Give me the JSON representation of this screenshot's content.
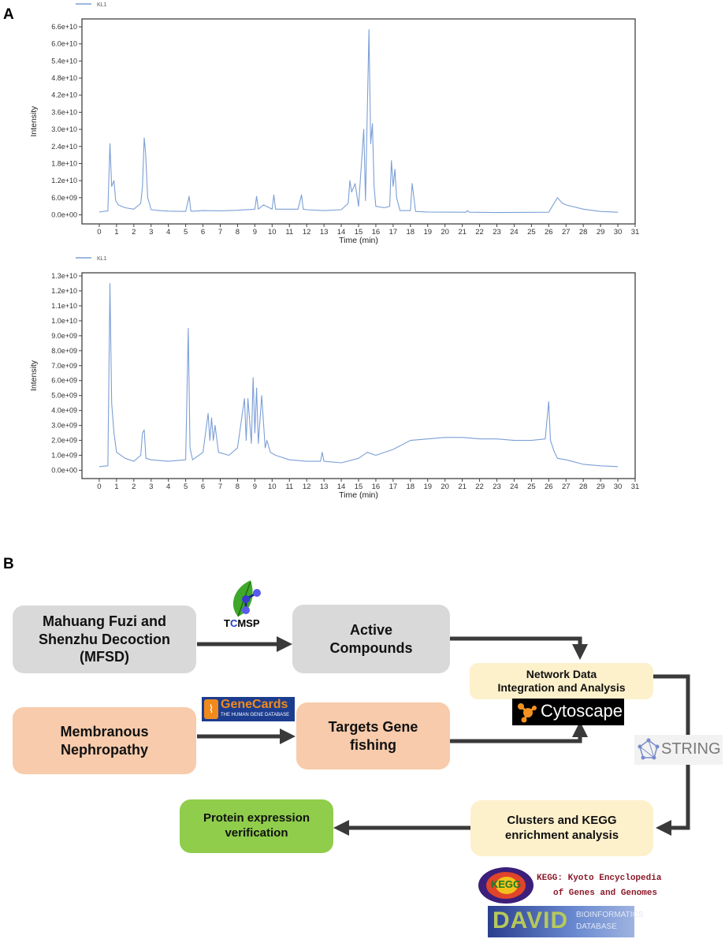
{
  "panels": {
    "a": "A",
    "b": "B"
  },
  "chart_data": [
    {
      "type": "line",
      "legend": [
        "KL1"
      ],
      "xlabel": "Time (min)",
      "ylabel": "Intensity",
      "xlim": [
        -1,
        31
      ],
      "ylim": [
        0,
        66000000000.0
      ],
      "xticks": [
        0,
        1,
        2,
        3,
        4,
        5,
        6,
        7,
        8,
        9,
        10,
        11,
        12,
        13,
        14,
        15,
        16,
        17,
        18,
        19,
        20,
        21,
        22,
        23,
        24,
        25,
        26,
        27,
        28,
        29,
        30,
        31
      ],
      "ytick_values": [
        0,
        6000000000.0,
        12000000000.0,
        18000000000.0,
        24000000000.0,
        30000000000.0,
        36000000000.0,
        42000000000.0,
        48000000000.0,
        54000000000.0,
        60000000000.0,
        66000000000.0
      ],
      "ytick_labels": [
        "0.0e+00",
        "6.0e+09",
        "1.2e+10",
        "1.8e+10",
        "2.4e+10",
        "3.0e+10",
        "3.6e+10",
        "4.2e+10",
        "4.8e+10",
        "5.4e+10",
        "6.0e+10",
        "6.6e+10"
      ],
      "series": [
        {
          "name": "KL1",
          "color": "#7b9fd6",
          "x": [
            0,
            0.5,
            0.62,
            0.72,
            0.85,
            0.95,
            1.1,
            1.5,
            2.0,
            2.4,
            2.5,
            2.6,
            2.68,
            2.8,
            2.9,
            3.0,
            3.5,
            4.0,
            5.0,
            5.2,
            5.3,
            5.5,
            6.0,
            7.0,
            8.0,
            9.0,
            9.1,
            9.2,
            9.5,
            10.0,
            10.1,
            10.2,
            11.0,
            11.5,
            11.7,
            11.8,
            12.0,
            13.0,
            14.0,
            14.4,
            14.5,
            14.6,
            14.8,
            15.0,
            15.3,
            15.4,
            15.5,
            15.6,
            15.7,
            15.8,
            15.9,
            16.0,
            16.5,
            16.8,
            16.9,
            17.0,
            17.1,
            17.2,
            17.4,
            18.0,
            18.1,
            18.3,
            19.0,
            21.2,
            21.3,
            21.4,
            23.0,
            26.0,
            26.5,
            26.8,
            27.0,
            28.0,
            29.0,
            30.0
          ],
          "y": [
            1000000000.0,
            1400000000.0,
            25000000000.0,
            10000000000.0,
            12000000000.0,
            5000000000.0,
            3500000000.0,
            2500000000.0,
            2000000000.0,
            4000000000.0,
            10000000000.0,
            27000000000.0,
            22000000000.0,
            6000000000.0,
            4000000000.0,
            1800000000.0,
            1500000000.0,
            1300000000.0,
            1200000000.0,
            6500000000.0,
            1300000000.0,
            1300000000.0,
            1500000000.0,
            1400000000.0,
            1600000000.0,
            2000000000.0,
            6500000000.0,
            2000000000.0,
            3500000000.0,
            2000000000.0,
            7000000000.0,
            2000000000.0,
            2000000000.0,
            2000000000.0,
            7000000000.0,
            2000000000.0,
            1800000000.0,
            1500000000.0,
            1800000000.0,
            4000000000.0,
            12000000000.0,
            8000000000.0,
            11000000000.0,
            3000000000.0,
            30000000000.0,
            5000000000.0,
            35000000000.0,
            65000000000.0,
            25000000000.0,
            32000000000.0,
            10000000000.0,
            3000000000.0,
            2500000000.0,
            3000000000.0,
            19000000000.0,
            10000000000.0,
            16000000000.0,
            6000000000.0,
            1500000000.0,
            1500000000.0,
            11000000000.0,
            1200000000.0,
            1000000000.0,
            900000000.0,
            1500000000.0,
            900000000.0,
            800000000.0,
            900000000.0,
            6000000000.0,
            4000000000.0,
            3500000000.0,
            2000000000.0,
            1200000000.0,
            900000000.0
          ]
        }
      ]
    },
    {
      "type": "line",
      "legend": [
        "KL1"
      ],
      "xlabel": "Time (min)",
      "ylabel": "Intensity",
      "xlim": [
        -1,
        31
      ],
      "ylim": [
        0,
        13000000000.0
      ],
      "xticks": [
        0,
        1,
        2,
        3,
        4,
        5,
        6,
        7,
        8,
        9,
        10,
        11,
        12,
        13,
        14,
        15,
        16,
        17,
        18,
        19,
        20,
        21,
        22,
        23,
        24,
        25,
        26,
        27,
        28,
        29,
        30,
        31
      ],
      "ytick_values": [
        0,
        1000000000.0,
        2000000000.0,
        3000000000.0,
        4000000000.0,
        5000000000.0,
        6000000000.0,
        7000000000.0,
        8000000000.0,
        9000000000.0,
        10000000000.0,
        11000000000.0,
        12000000000.0,
        13000000000.0
      ],
      "ytick_labels": [
        "0.0e+00",
        "1.0e+09",
        "2.0e+09",
        "3.0e+09",
        "4.0e+09",
        "5.0e+09",
        "6.0e+09",
        "7.0e+09",
        "8.0e+09",
        "9.0e+09",
        "1.0e+10",
        "1.1e+10",
        "1.2e+10",
        "1.3e+10"
      ],
      "series": [
        {
          "name": "KL1",
          "color": "#7b9fd6",
          "x": [
            0,
            0.5,
            0.62,
            0.72,
            0.85,
            1.0,
            1.5,
            2.0,
            2.4,
            2.5,
            2.6,
            2.7,
            3.0,
            4.0,
            5.0,
            5.15,
            5.25,
            5.4,
            6.0,
            6.3,
            6.4,
            6.5,
            6.6,
            6.7,
            6.9,
            7.5,
            8.0,
            8.4,
            8.5,
            8.6,
            8.8,
            8.9,
            9.0,
            9.1,
            9.2,
            9.4,
            9.6,
            9.7,
            9.9,
            10.2,
            11.0,
            12.0,
            12.8,
            12.9,
            13.0,
            14.0,
            15.0,
            15.5,
            16.0,
            17.0,
            17.5,
            18.0,
            19.0,
            20.0,
            21.0,
            22.0,
            23.0,
            24.0,
            25.0,
            25.8,
            26.0,
            26.1,
            26.3,
            26.5,
            27.0,
            28.0,
            29.0,
            30.0
          ],
          "y": [
            250000000.0,
            300000000.0,
            12500000000.0,
            4500000000.0,
            2500000000.0,
            1200000000.0,
            800000000.0,
            600000000.0,
            1000000000.0,
            2500000000.0,
            2700000000.0,
            800000000.0,
            700000000.0,
            600000000.0,
            700000000.0,
            9500000000.0,
            1500000000.0,
            700000000.0,
            1200000000.0,
            3800000000.0,
            2000000000.0,
            3500000000.0,
            2000000000.0,
            3000000000.0,
            1200000000.0,
            1000000000.0,
            1500000000.0,
            4800000000.0,
            2000000000.0,
            4800000000.0,
            1800000000.0,
            6200000000.0,
            2500000000.0,
            5500000000.0,
            1800000000.0,
            5000000000.0,
            1500000000.0,
            2000000000.0,
            1200000000.0,
            1000000000.0,
            700000000.0,
            600000000.0,
            600000000.0,
            1200000000.0,
            600000000.0,
            500000000.0,
            800000000.0,
            1200000000.0,
            1000000000.0,
            1400000000.0,
            1700000000.0,
            2000000000.0,
            2100000000.0,
            2200000000.0,
            2200000000.0,
            2100000000.0,
            2100000000.0,
            2000000000.0,
            2000000000.0,
            2100000000.0,
            4600000000.0,
            2000000000.0,
            1300000000.0,
            800000000.0,
            700000000.0,
            400000000.0,
            300000000.0,
            250000000.0
          ]
        }
      ]
    }
  ],
  "flow": {
    "mfsd": [
      "Mahuang Fuzi and",
      "Shenzhu Decoction",
      "(MFSD)"
    ],
    "active": [
      "Active",
      "Compounds"
    ],
    "network": [
      "Network Data",
      "Integration and Analysis"
    ],
    "mn": [
      "Membranous",
      "Nephropathy"
    ],
    "targets": [
      "Targets Gene",
      "fishing"
    ],
    "clusters": [
      "Clusters and KEGG",
      "enrichment analysis"
    ],
    "protein": [
      "Protein expression",
      "verification"
    ]
  },
  "logos": {
    "tcmsp": {
      "t": "T",
      "c": "C",
      "rest": "MSP"
    },
    "genecards": {
      "title": "GeneCards",
      "sub": "THE HUMAN GENE DATABASE"
    },
    "cytoscape": "Cytoscape",
    "string": "STRING",
    "kegg": {
      "badge": "KEGG",
      "line1": "KEGG: Kyoto Encyclopedia",
      "line2": "of Genes and Genomes"
    },
    "david": {
      "main": "DAVID",
      "l1": "BIOINFORMATICS",
      "l2": "DATABASE"
    }
  },
  "colors": {
    "line": "#7b9fd6",
    "arrow": "#3a3a3a",
    "gray": "#d9d9d9",
    "peach": "#f7cbab",
    "cream": "#fdf1cc",
    "green": "#8fcd4b"
  }
}
